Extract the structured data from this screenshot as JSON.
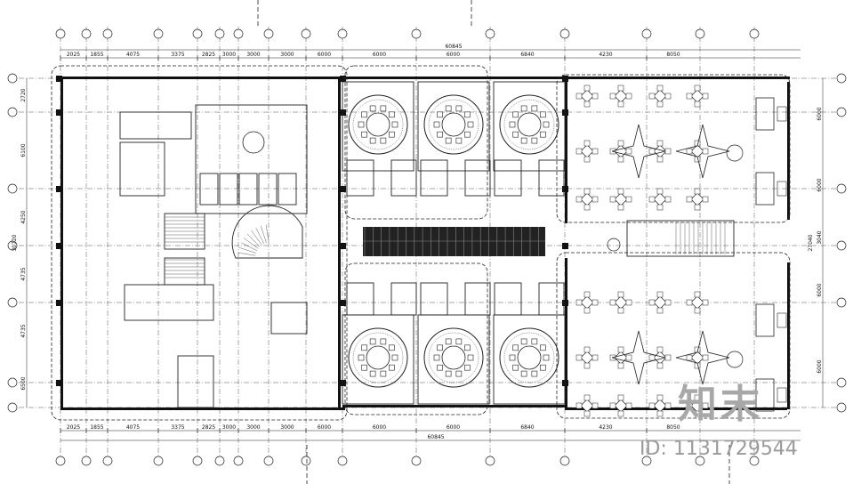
{
  "drawing": {
    "top_dims": [
      "2025",
      "1855",
      "4075",
      "3375",
      "2825",
      "3000",
      "3000",
      "3000",
      "6000",
      "6000",
      "6000",
      "6840",
      "4230",
      "8050"
    ],
    "bottom_dims": [
      "2025",
      "1855",
      "4075",
      "3375",
      "2825",
      "3000",
      "3000",
      "3000",
      "6000",
      "6000",
      "6000",
      "6840",
      "4230",
      "8050"
    ],
    "total_dim": "60845",
    "left_dims": [
      "2720",
      "6100",
      "4250",
      "4735",
      "4735",
      "6500"
    ],
    "left_total": "30720",
    "right_dims": [
      "6000",
      "6000",
      "3040",
      "6000",
      "6000"
    ],
    "right_total": "27040"
  },
  "watermark": {
    "logo_text": "知末",
    "id_text": "ID: 1131729544"
  }
}
